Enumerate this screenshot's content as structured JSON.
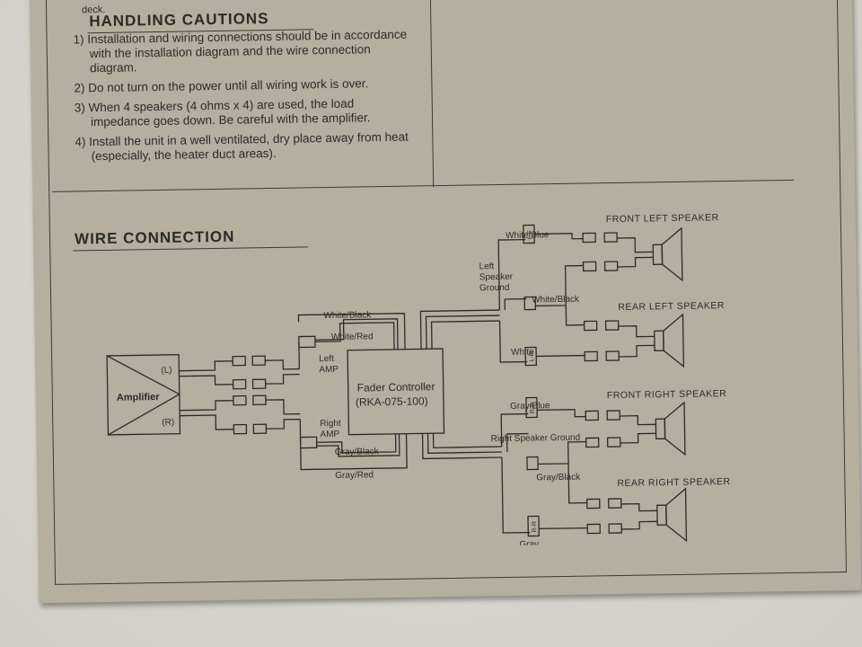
{
  "document": {
    "cutoff_text": "deck.",
    "handling_title": "HANDLING CAUTIONS",
    "cautions": [
      "1) Installation and wiring connections should be in accordance with the installation diagram and the wire connection diagram.",
      "2) Do not turn on the power until all wiring work is over.",
      "3) When 4 speakers (4 ohms x 4) are used, the load impedance goes down.  Be careful with the amplifier.",
      "4) Install the unit in a well ventilated, dry place away from heat (especially, the heater duct areas)."
    ],
    "wire_title": "WIRE CONNECTION"
  },
  "diagram": {
    "amplifier": "Amplifier",
    "amp_L": "(L)",
    "amp_R": "(R)",
    "left_amp": [
      "Left",
      "AMP"
    ],
    "right_amp": [
      "Right",
      "AMP"
    ],
    "fader_line1": "Fader Controller",
    "fader_line2": "(RKA-075-100)",
    "wires": {
      "white_black_in": "White/Black",
      "white_red": "White/Red",
      "gray_black_in": "Gray/Black",
      "gray_red": "Gray/Red",
      "white_blue": "White/Blue",
      "left_ground": [
        "Left",
        "Speaker",
        "Ground"
      ],
      "white_black_out": "White/Black",
      "white": "White",
      "gray_blue": "Gray/Blue",
      "right_ground": "Right Speaker Ground",
      "gray_black_out": "Gray/Black",
      "gray": "Gray"
    },
    "connectors": {
      "lf": "L-F",
      "lr": "L-R",
      "rf": "R-F",
      "rr": "R-R"
    },
    "speakers": {
      "front_left": "FRONT LEFT SPEAKER",
      "rear_left": "REAR LEFT SPEAKER",
      "front_right": "FRONT RIGHT SPEAKER",
      "rear_right": "REAR RIGHT SPEAKER"
    }
  }
}
